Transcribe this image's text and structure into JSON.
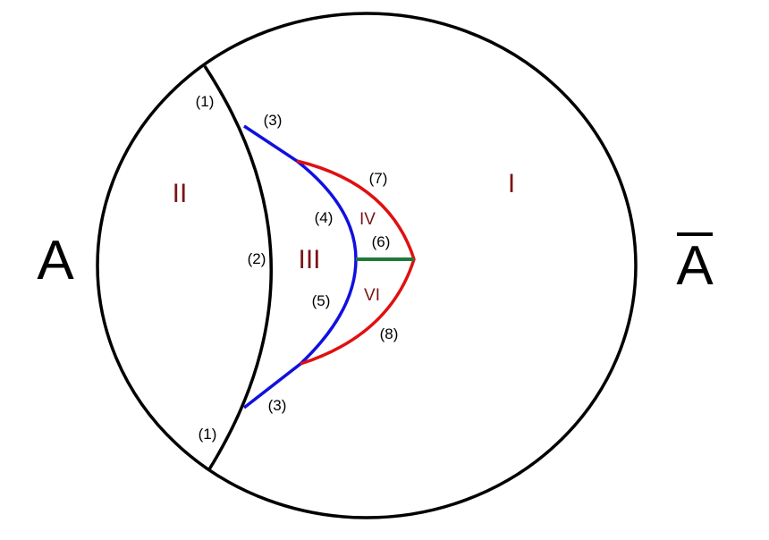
{
  "sides": {
    "left": "A",
    "right": "A"
  },
  "regions": {
    "r1": "I",
    "r2": "II",
    "r3": "III",
    "r4": "IV",
    "r6": "VI"
  },
  "curves": {
    "c1_top": "(1)",
    "c1_bottom": "(1)",
    "c2": "(2)",
    "c3_top": "(3)",
    "c3_bottom": "(3)",
    "c4": "(4)",
    "c5": "(5)",
    "c6": "(6)",
    "c7": "(7)",
    "c8": "(8)"
  },
  "colors": {
    "outline": "#000000",
    "blue_curve": "#1010e0",
    "red_curve": "#e01010",
    "green_segment": "#1f7a3a",
    "region_text": "#7a1418"
  }
}
